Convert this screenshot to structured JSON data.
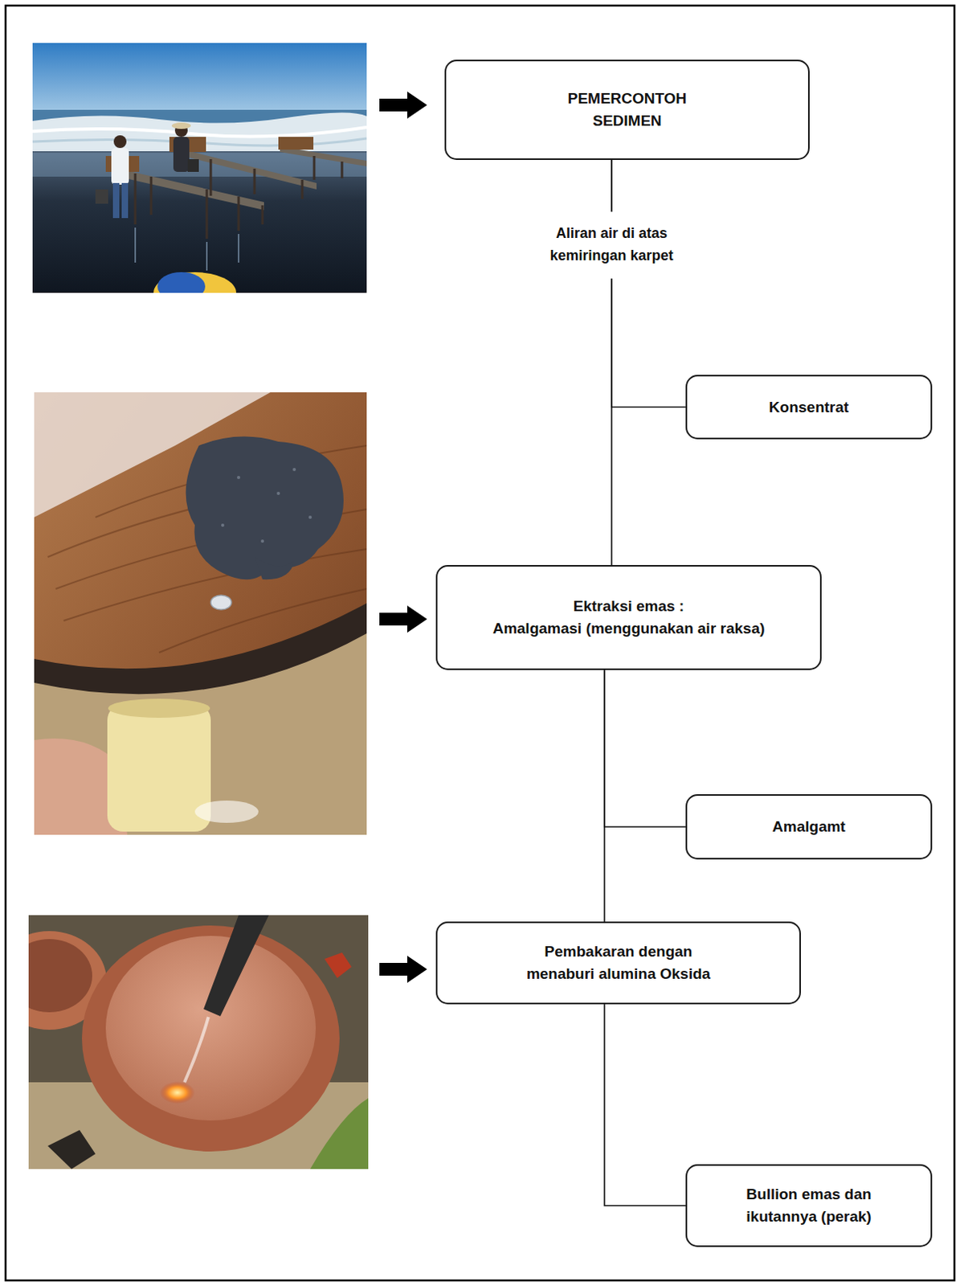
{
  "diagram": {
    "nodes": [
      {
        "text": [
          "PEMERCONTOH SEDIMEN"
        ]
      },
      {
        "text": [
          "Konsentrat"
        ]
      },
      {
        "text": [
          "Ektraksi emas :",
          "Amalgamasi (menggunakan air raksa)"
        ]
      },
      {
        "text": [
          "Amalgamt"
        ]
      },
      {
        "text": [
          "Pembakaran dengan menaburi alumina Oksida"
        ]
      },
      {
        "text": [
          "Bullion emas dan ikutannya (perak)"
        ]
      }
    ],
    "edges": [
      {
        "from": 0,
        "to": 1,
        "arrow": "none"
      },
      {
        "from": 0,
        "to": 2,
        "arrow": "none",
        "label": "Aliran air di atas kemiringan karpet"
      },
      {
        "from": 2,
        "to": 3,
        "arrow": "none"
      },
      {
        "from": 2,
        "to": 4,
        "arrow": "none"
      },
      {
        "from": 4,
        "to": 5,
        "arrow": "none"
      }
    ]
  }
}
